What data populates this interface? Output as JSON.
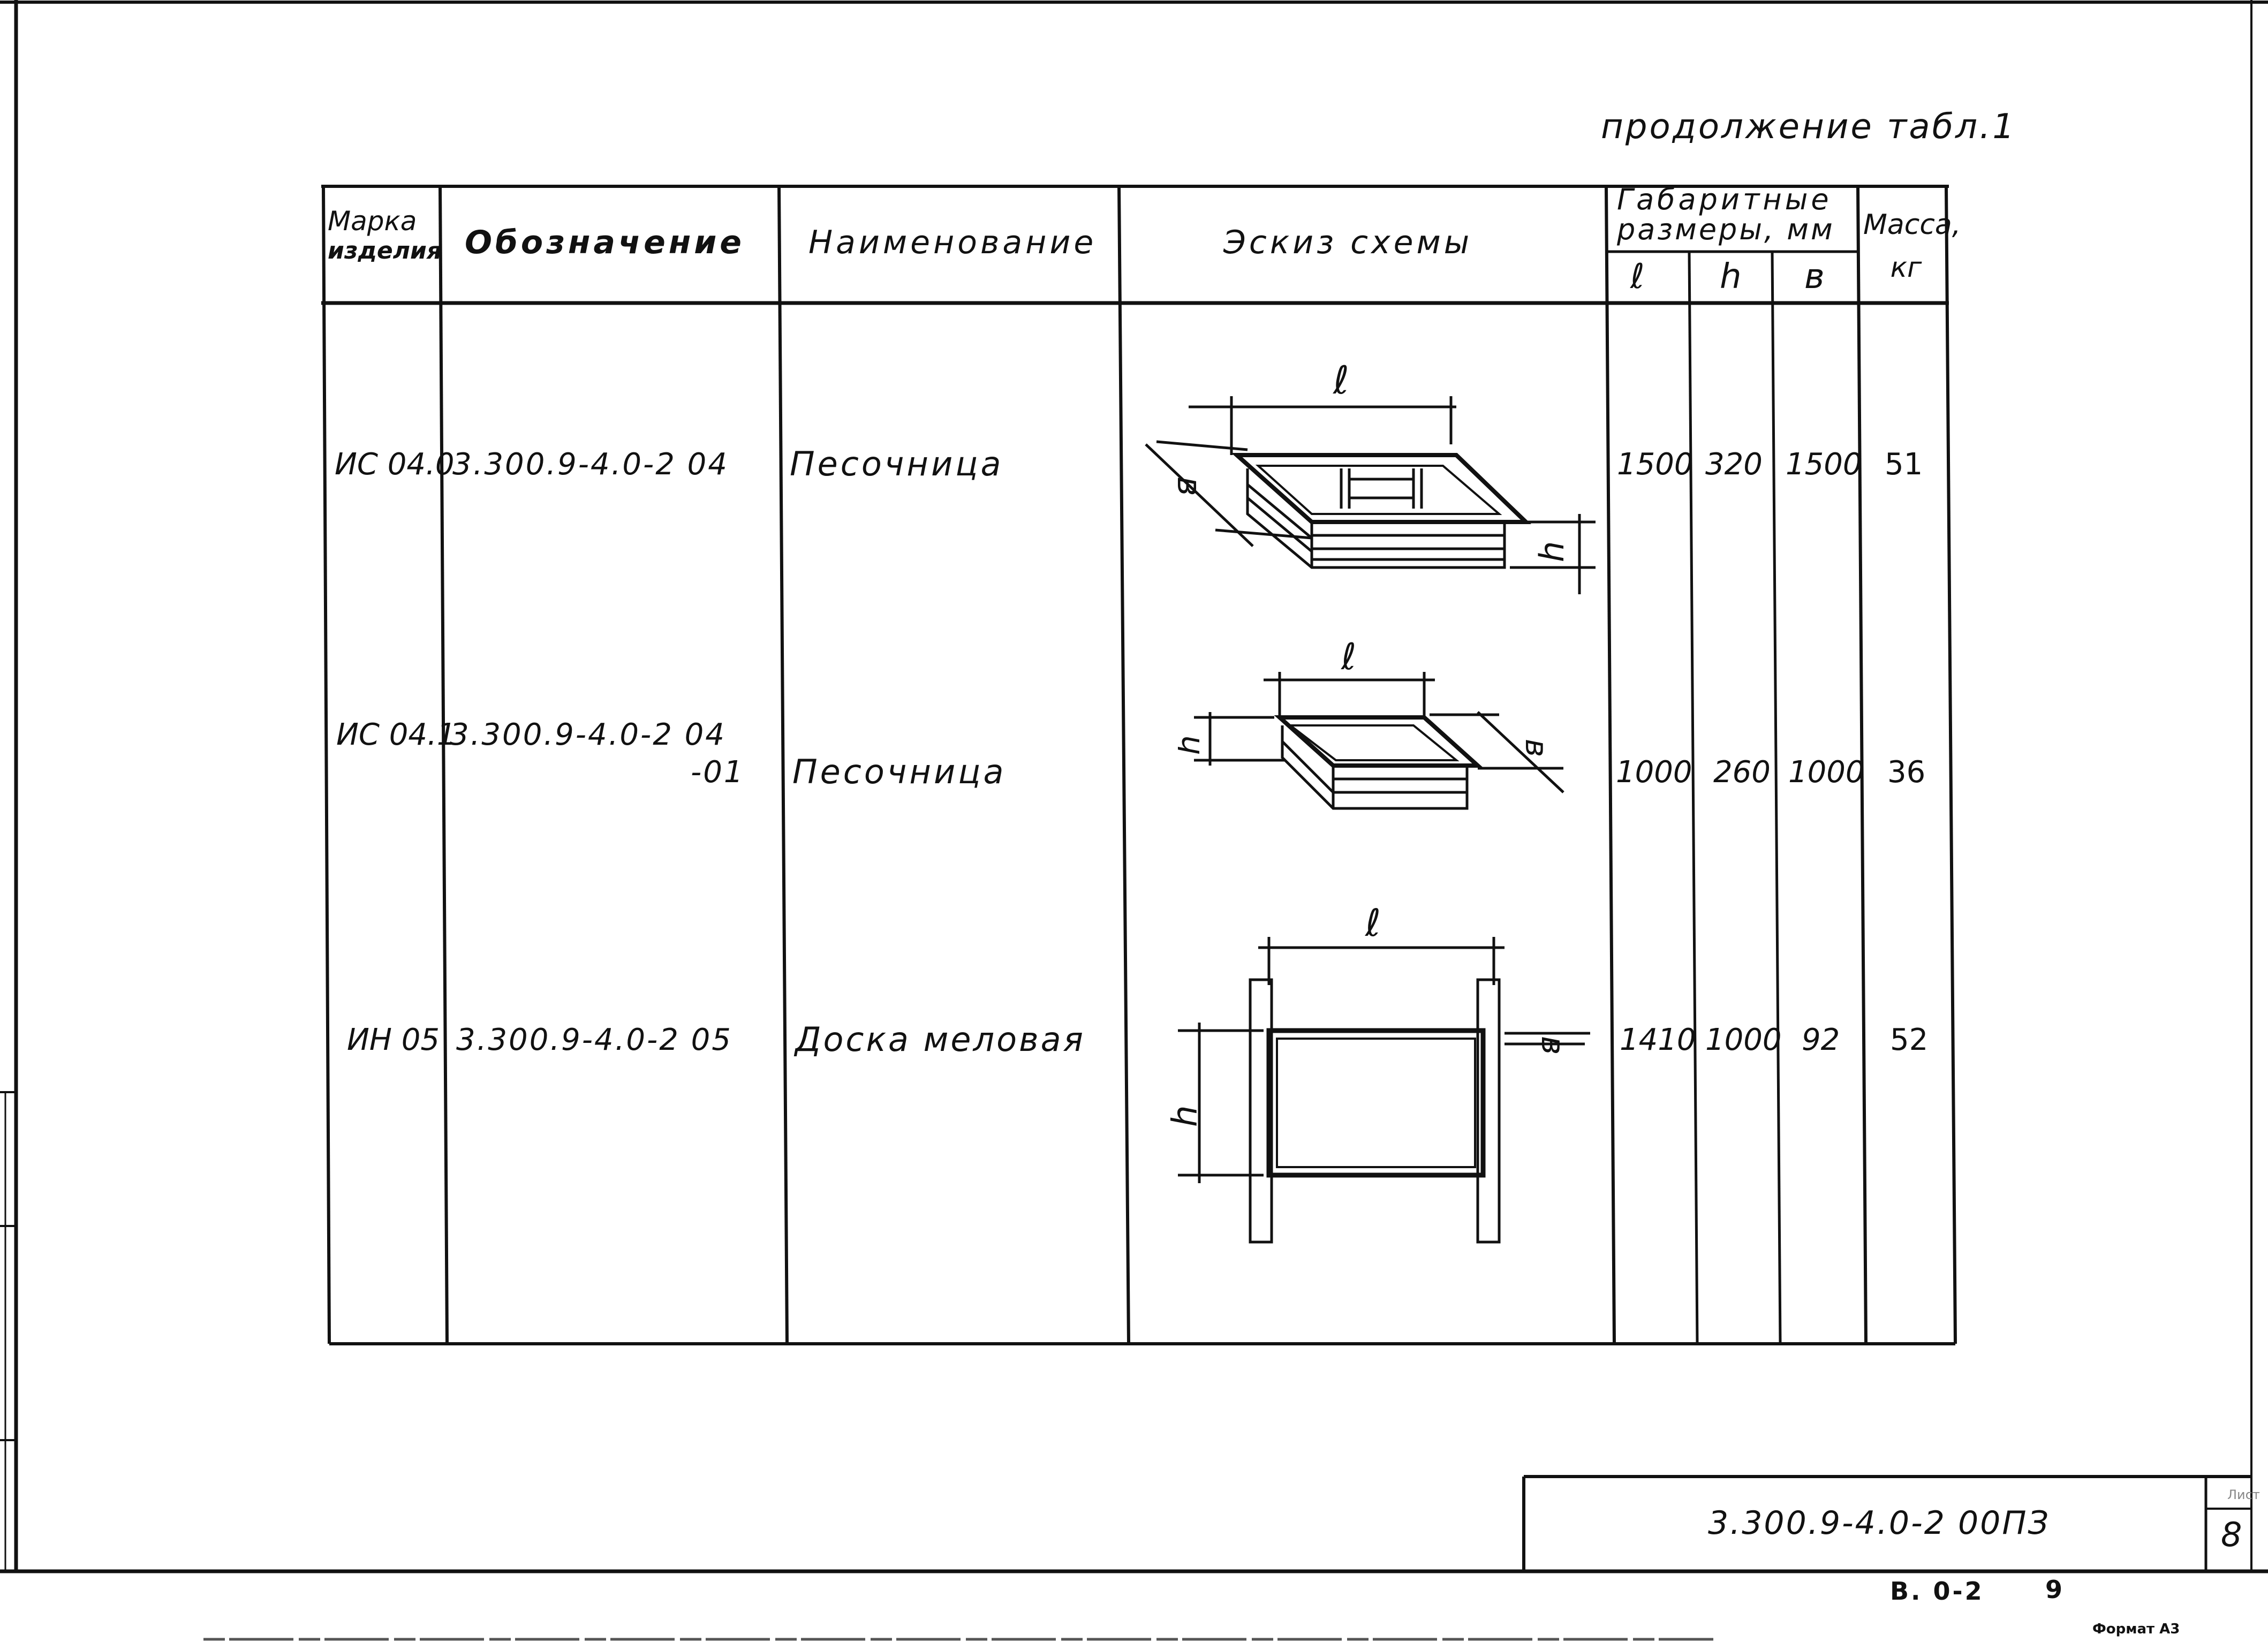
{
  "continuation": "продолжение табл.1",
  "table": {
    "headers": {
      "mark": [
        "Марка",
        "изделия"
      ],
      "designation": "Обозначение",
      "name": "Наименование",
      "sketch": "Эскиз схемы",
      "dims_group": [
        "Габаритные",
        "размеры, мм"
      ],
      "dim_l": "ℓ",
      "dim_h": "h",
      "dim_b": "в",
      "mass": [
        "Масса,",
        "кг"
      ]
    },
    "rows": [
      {
        "mark": "ИС 04.0",
        "designation": "3.300.9-4.0-2 04",
        "designation_suffix": "",
        "name": "Песочница",
        "l": "1500",
        "h": "320",
        "b": "1500",
        "mass": "51"
      },
      {
        "mark": "ИС 04.1",
        "designation": "3.300.9-4.0-2 04",
        "designation_suffix": "-01",
        "name": "Песочница",
        "l": "1000",
        "h": "260",
        "b": "1000",
        "mass": "36"
      },
      {
        "mark": "ИН 05",
        "designation": "3.300.9-4.0-2 05",
        "designation_suffix": "",
        "name": "Доска меловая",
        "l": "1410",
        "h": "1000",
        "b": "92",
        "mass": "52"
      }
    ],
    "sketch_labels": {
      "l": "ℓ",
      "h": "h",
      "b": "в"
    }
  },
  "title_block": {
    "document_code": "3.300.9-4.0-2 00ПЗ",
    "sheet_label": "Лист",
    "sheet_number": "8"
  },
  "footer": {
    "left_code": "В. 0-2",
    "right_code": "9",
    "format": "Формат А3"
  }
}
